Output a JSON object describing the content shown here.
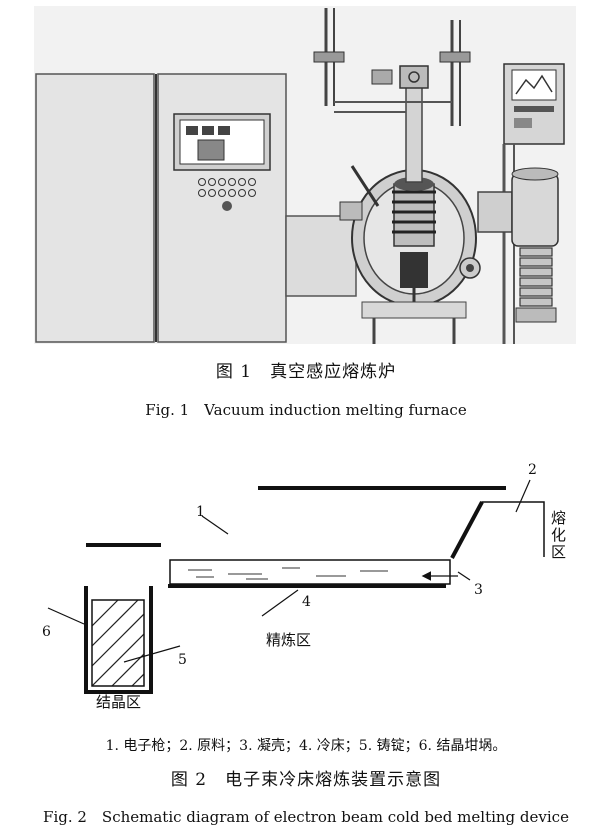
{
  "figure1": {
    "caption_zh": "图 1　真空感应熔炼炉",
    "caption_en": "Fig. 1　Vacuum induction melting furnace"
  },
  "figure2": {
    "labels": {
      "n1": "1",
      "n2": "2",
      "n3": "3",
      "n4": "4",
      "n5": "5",
      "n6": "6",
      "melting_zone": "熔化区",
      "refining_zone": "精炼区",
      "crystal_zone": "结晶区"
    },
    "legend": "1. 电子枪；2. 原料；3. 凝壳；4. 冷床；5. 铸锭；6. 结晶坩埚。",
    "caption_zh": "图 2　电子束冷床熔炼装置示意图",
    "caption_en": "Fig. 2　Schematic diagram of electron beam cold bed melting device"
  }
}
